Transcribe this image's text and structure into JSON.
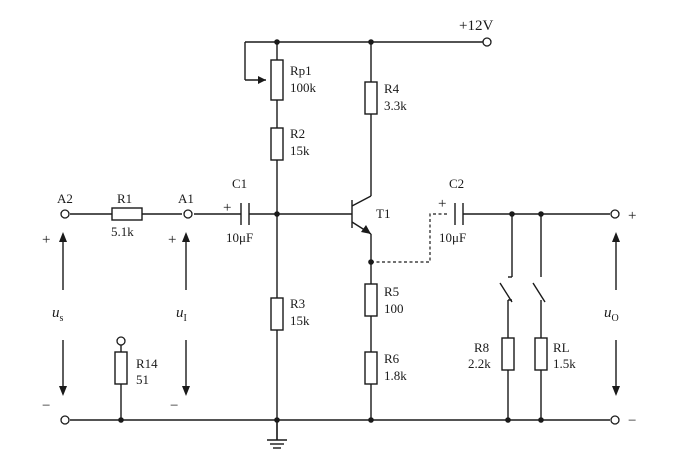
{
  "supply": {
    "label": "+12V"
  },
  "transistor": {
    "label": "T1"
  },
  "resistors": {
    "rp1": {
      "name": "Rp1",
      "value": "100k"
    },
    "r2": {
      "name": "R2",
      "value": "15k"
    },
    "r3": {
      "name": "R3",
      "value": "15k"
    },
    "r4": {
      "name": "R4",
      "value": "3.3k"
    },
    "r5": {
      "name": "R5",
      "value": "100"
    },
    "r6": {
      "name": "R6",
      "value": "1.8k"
    },
    "r1": {
      "name": "R1",
      "value": "5.1k"
    },
    "r14": {
      "name": "R14",
      "value": "51"
    },
    "r8": {
      "name": "R8",
      "value": "2.2k"
    },
    "rl": {
      "name": "RL",
      "value": "1.5k"
    }
  },
  "capacitors": {
    "c1": {
      "name": "C1",
      "value": "10μF",
      "polarity": "+"
    },
    "c2": {
      "name": "C2",
      "value": "10μF",
      "polarity": "+"
    }
  },
  "nodes": {
    "a2": "A2",
    "a1": "A1"
  },
  "signals": {
    "us": {
      "main": "u",
      "sub": "s"
    },
    "ui": {
      "main": "u",
      "sub": "I"
    },
    "uo": {
      "main": "u",
      "sub": "O"
    }
  },
  "polarity": {
    "plus": "+",
    "minus": "−"
  }
}
